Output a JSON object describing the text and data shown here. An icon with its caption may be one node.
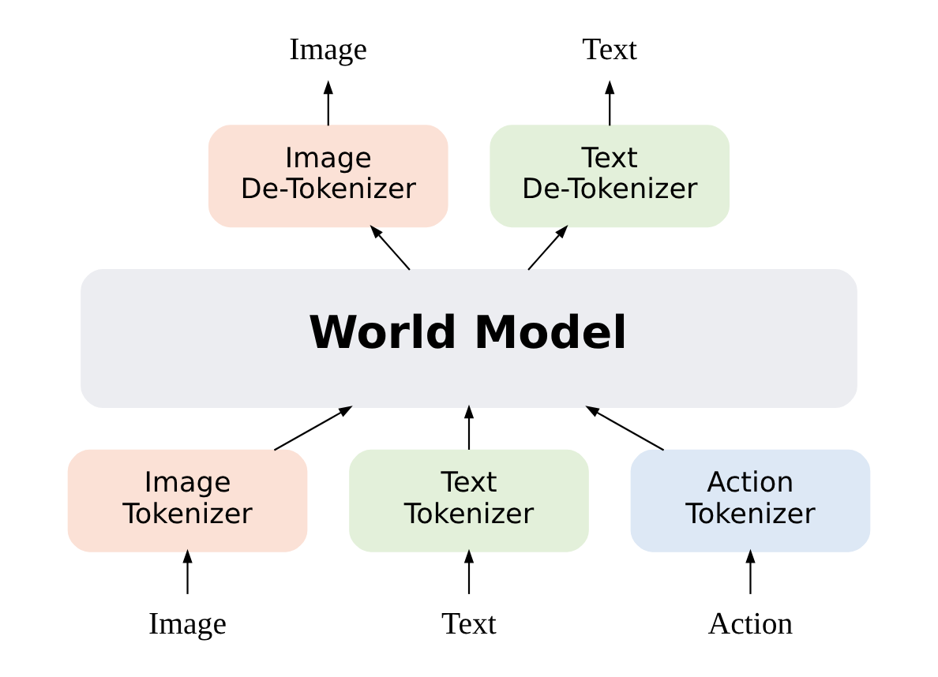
{
  "diagram": {
    "nodes": [
      {
        "text": [
          "Image"
        ]
      },
      {
        "text": [
          "Text"
        ]
      },
      {
        "text": [
          "Image De-Tokenizer"
        ]
      },
      {
        "text": [
          "Text De-Tokenizer"
        ]
      },
      {
        "text": [
          "World Model"
        ]
      },
      {
        "text": [
          "Image Tokenizer"
        ]
      },
      {
        "text": [
          "Text Tokenizer"
        ]
      },
      {
        "text": [
          "Action Tokenizer"
        ]
      },
      {
        "text": [
          "Image"
        ]
      },
      {
        "text": [
          "Text"
        ]
      },
      {
        "text": [
          "Action"
        ]
      }
    ],
    "edges": [
      {
        "from": 2,
        "to": 0,
        "arrow": "to"
      },
      {
        "from": 3,
        "to": 1,
        "arrow": "to"
      },
      {
        "from": 4,
        "to": 2,
        "arrow": "to"
      },
      {
        "from": 4,
        "to": 3,
        "arrow": "to"
      },
      {
        "from": 5,
        "to": 4,
        "arrow": "to"
      },
      {
        "from": 6,
        "to": 4,
        "arrow": "to"
      },
      {
        "from": 7,
        "to": 4,
        "arrow": "to"
      },
      {
        "from": 8,
        "to": 5,
        "arrow": "to"
      },
      {
        "from": 9,
        "to": 6,
        "arrow": "to"
      },
      {
        "from": 10,
        "to": 7,
        "arrow": "to"
      }
    ]
  }
}
